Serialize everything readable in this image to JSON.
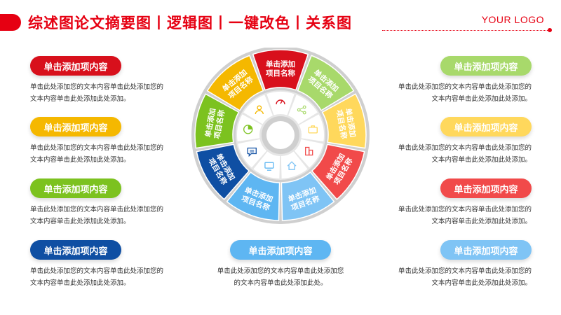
{
  "header": {
    "title": "综述图论文摘要图丨逻辑图丨一键改色丨关系图",
    "logo": "YOUR LOGO",
    "accent": "#e60012"
  },
  "left_items": [
    {
      "label": "单击添加项内容",
      "color": "#d8101c",
      "desc_line1": "单击此处添加您的文本内容单击此处添加您的",
      "desc_line2": "文本内容单击此处添加此处添加。"
    },
    {
      "label": "单击添加项内容",
      "color": "#f5b800",
      "desc_line1": "单击此处添加您的文本内容单击此处添加您的",
      "desc_line2": "文本内容单击此处添加此处添加。"
    },
    {
      "label": "单击添加项内容",
      "color": "#7cc21f",
      "desc_line1": "单击此处添加您的文本内容单击此处添加您的",
      "desc_line2": "文本内容单击此处添加此处添加。"
    },
    {
      "label": "单击添加项内容",
      "color": "#0f4fa3",
      "desc_line1": "单击此处添加您的文本内容单击此处添加您的",
      "desc_line2": "文本内容单击此处添加此处添加。"
    }
  ],
  "right_items": [
    {
      "label": "单击添加项内容",
      "color": "#a8d96b",
      "desc_line1": "单击此处添加您的文本内容单击此处添加您的",
      "desc_line2": "文本内容单击此处添加此处添加。"
    },
    {
      "label": "单击添加项内容",
      "color": "#ffd85c",
      "desc_line1": "单击此处添加您的文本内容单击此处添加您的",
      "desc_line2": "文本内容单击此处添加此处添加。"
    },
    {
      "label": "单击添加项内容",
      "color": "#f14a4a",
      "desc_line1": "单击此处添加您的文本内容单击此处添加您的",
      "desc_line2": "文本内容单击此处添加此处添加。"
    },
    {
      "label": "单击添加项内容",
      "color": "#7fc4f5",
      "desc_line1": "单击此处添加您的文本内容单击此处添加您的",
      "desc_line2": "文本内容单击此处添加此处添加。"
    }
  ],
  "bottom_item": {
    "label": "单击添加项内容",
    "color": "#5eb6f2",
    "desc_line1": "单击此处添加您的文本内容单击此处添加您",
    "desc_line2": "的文本内容单击此处添加此处。"
  },
  "wheel": {
    "segments": [
      {
        "line1": "单击添加",
        "line2": "项目名称",
        "color": "#d8101c"
      },
      {
        "line1": "单击添加",
        "line2": "项目名称",
        "color": "#a8d96b"
      },
      {
        "line1": "单击添加",
        "line2": "项目名称",
        "color": "#ffd85c"
      },
      {
        "line1": "单击添加",
        "line2": "项目名称",
        "color": "#f14a4a"
      },
      {
        "line1": "单击添加",
        "line2": "项目名称",
        "color": "#7fc4f5"
      },
      {
        "line1": "单击添加",
        "line2": "项目名称",
        "color": "#5eb6f2"
      },
      {
        "line1": "单击添加",
        "line2": "项目名称",
        "color": "#0f4fa3"
      },
      {
        "line1": "单击添加",
        "line2": "项目名称",
        "color": "#7cc21f"
      },
      {
        "line1": "单击添加",
        "line2": "项目名称",
        "color": "#f5b800"
      }
    ],
    "icons": [
      "gauge-icon",
      "share-icon",
      "briefcase-icon",
      "building-icon",
      "home-icon",
      "monitor-icon",
      "chat-icon",
      "pie-icon",
      "user-icon"
    ]
  }
}
